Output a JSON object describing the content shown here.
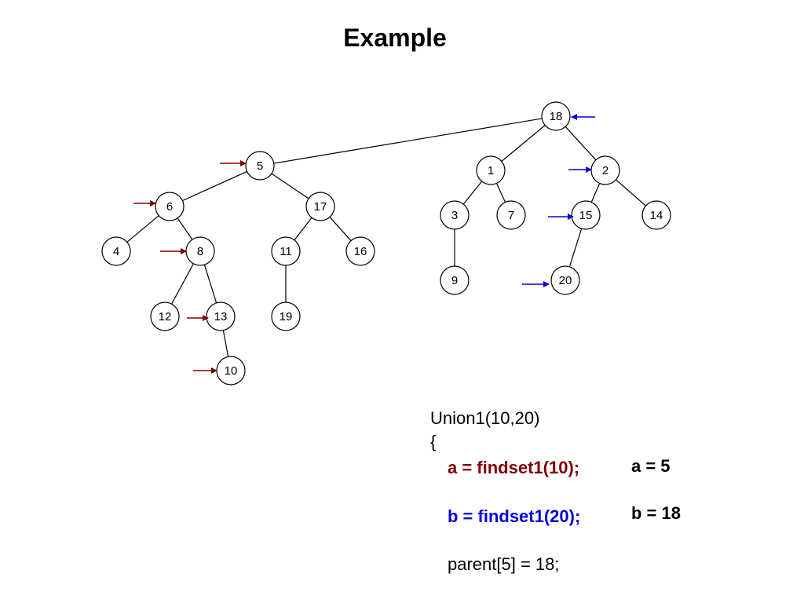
{
  "title": "Example",
  "colors": {
    "red_arrow": "#800000",
    "blue_arrow": "#0000e0",
    "node_stroke": "#000000"
  },
  "tree": {
    "nodes": [
      {
        "id": "18",
        "label": "18"
      },
      {
        "id": "5",
        "label": "5"
      },
      {
        "id": "1",
        "label": "1"
      },
      {
        "id": "2",
        "label": "2"
      },
      {
        "id": "6",
        "label": "6"
      },
      {
        "id": "17",
        "label": "17"
      },
      {
        "id": "3",
        "label": "3"
      },
      {
        "id": "7",
        "label": "7"
      },
      {
        "id": "15",
        "label": "15"
      },
      {
        "id": "14",
        "label": "14"
      },
      {
        "id": "4",
        "label": "4"
      },
      {
        "id": "8",
        "label": "8"
      },
      {
        "id": "11",
        "label": "11"
      },
      {
        "id": "16",
        "label": "16"
      },
      {
        "id": "9",
        "label": "9"
      },
      {
        "id": "20",
        "label": "20"
      },
      {
        "id": "12",
        "label": "12"
      },
      {
        "id": "13",
        "label": "13"
      },
      {
        "id": "19",
        "label": "19"
      },
      {
        "id": "10",
        "label": "10"
      }
    ],
    "edges": [
      [
        "18",
        "5"
      ],
      [
        "18",
        "1"
      ],
      [
        "18",
        "2"
      ],
      [
        "5",
        "6"
      ],
      [
        "5",
        "17"
      ],
      [
        "1",
        "3"
      ],
      [
        "1",
        "7"
      ],
      [
        "2",
        "15"
      ],
      [
        "2",
        "14"
      ],
      [
        "6",
        "4"
      ],
      [
        "6",
        "8"
      ],
      [
        "17",
        "11"
      ],
      [
        "17",
        "16"
      ],
      [
        "3",
        "9"
      ],
      [
        "15",
        "20"
      ],
      [
        "8",
        "12"
      ],
      [
        "8",
        "13"
      ],
      [
        "11",
        "19"
      ],
      [
        "13",
        "10"
      ]
    ],
    "red_path": [
      "10",
      "13",
      "8",
      "6",
      "5"
    ],
    "blue_path": [
      "20",
      "15",
      "2",
      "18"
    ]
  },
  "code": {
    "signature": "Union1(10,20)",
    "open_brace": "{",
    "line_a": "a = findset1(10);",
    "line_b": "b = findset1(20);",
    "line_parent": "parent[5] = 18;",
    "result_a": "a = 5",
    "result_b": "b = 18"
  }
}
